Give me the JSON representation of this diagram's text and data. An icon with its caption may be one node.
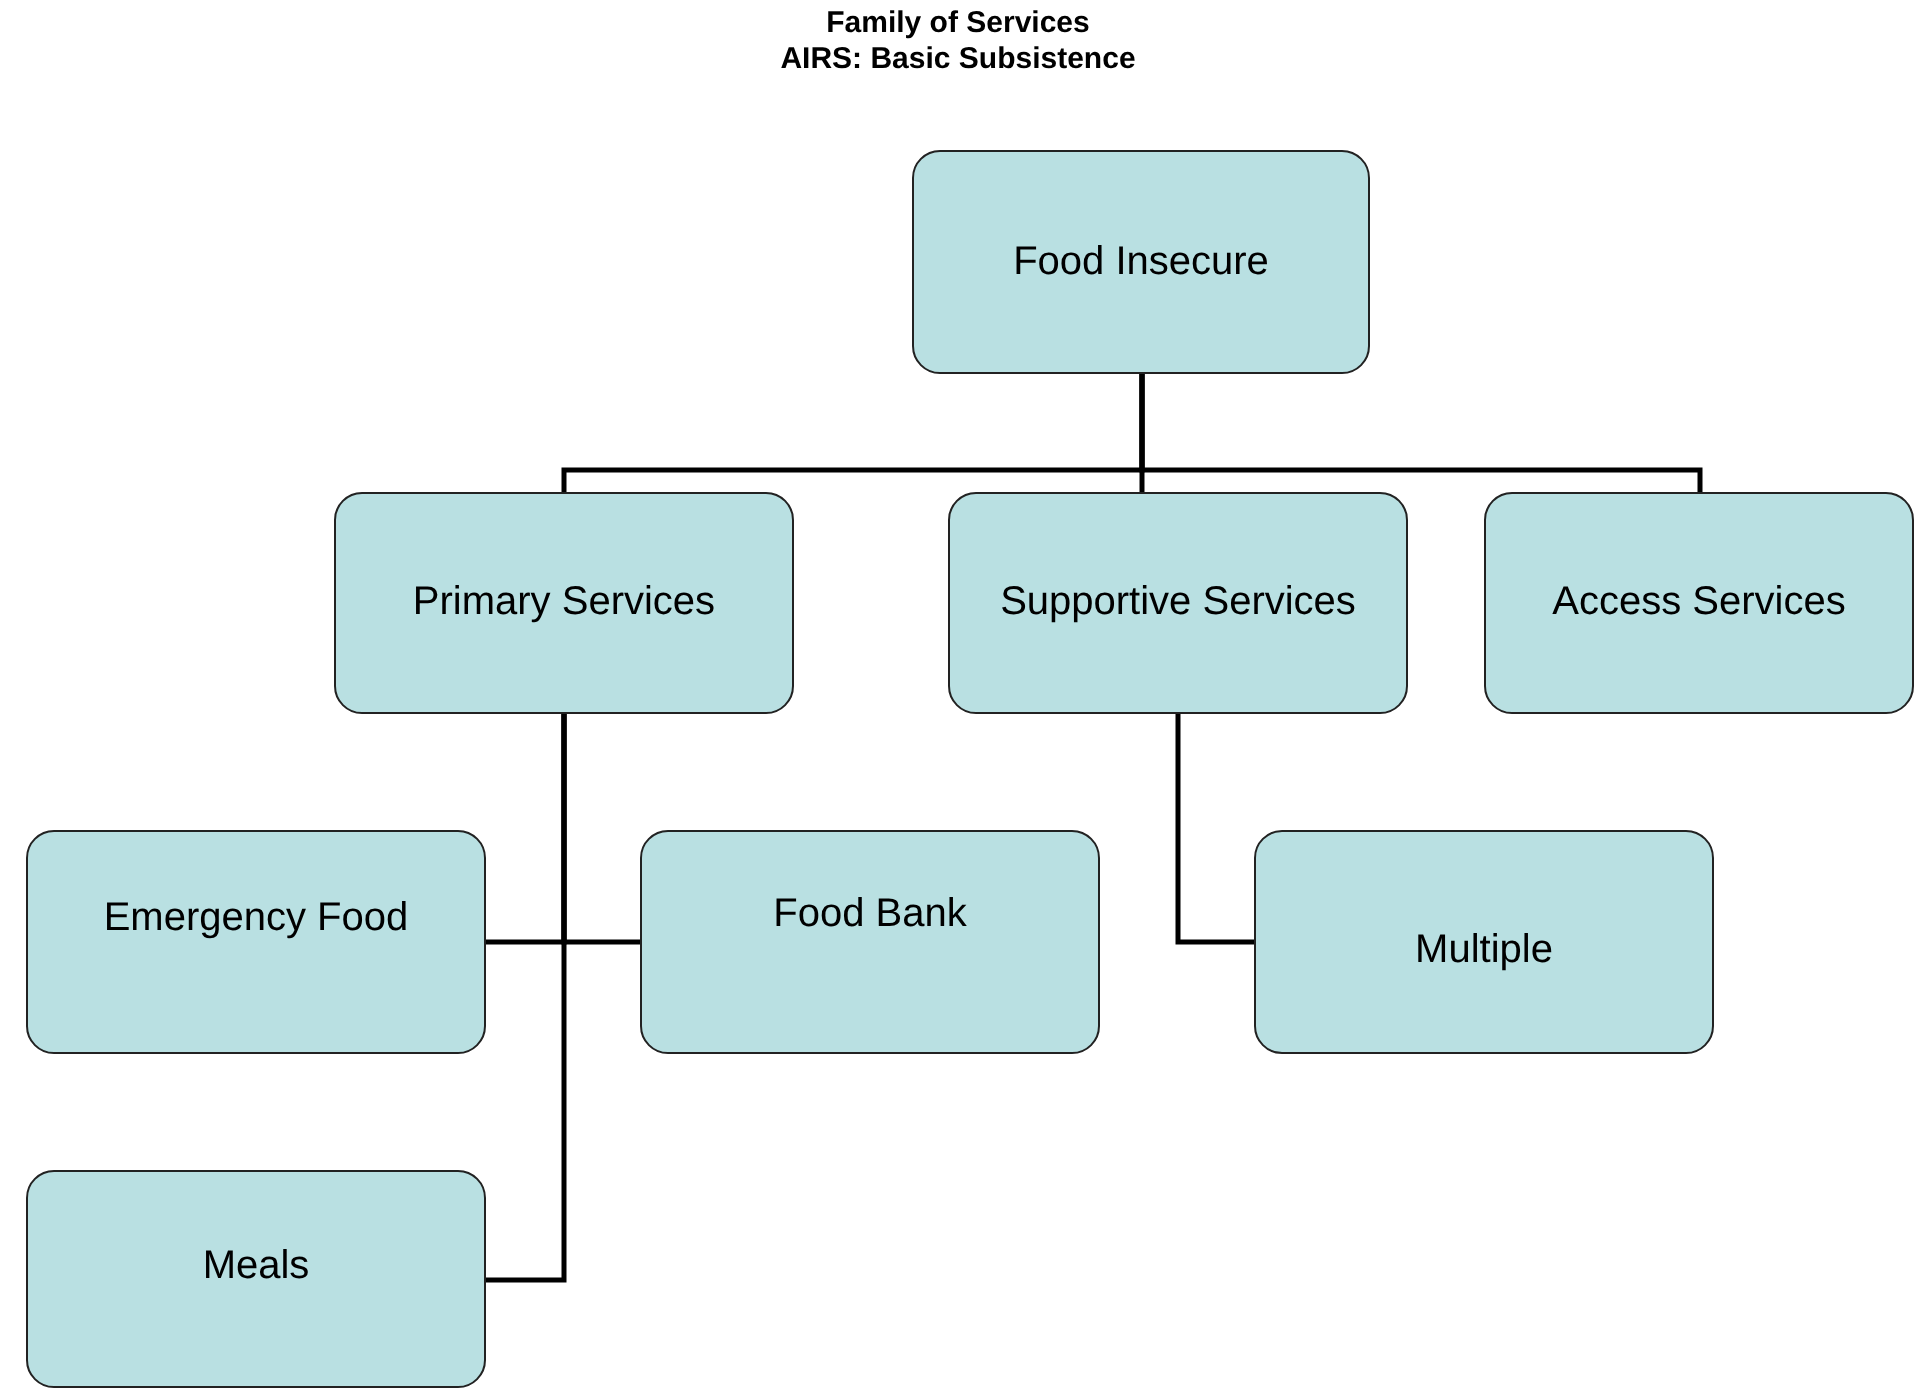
{
  "diagram": {
    "title": "Family of Services",
    "labels": [
      "AIRS: Basic Subsistence"
    ],
    "nodes": [
      {
        "text": [
          "Food Insecure"
        ]
      },
      {
        "text": [
          "Primary Services"
        ]
      },
      {
        "text": [
          "Supportive Services"
        ]
      },
      {
        "text": [
          "Access Services"
        ]
      },
      {
        "text": [
          "Emergency Food"
        ]
      },
      {
        "text": [
          "Food Bank"
        ]
      },
      {
        "text": [
          "Multiple"
        ]
      },
      {
        "text": [
          "Meals"
        ]
      }
    ],
    "edges": [
      {
        "from": 0,
        "to": 1,
        "arrow": "none"
      },
      {
        "from": 0,
        "to": 2,
        "arrow": "none"
      },
      {
        "from": 0,
        "to": 3,
        "arrow": "none"
      },
      {
        "from": 1,
        "to": 4,
        "arrow": "none"
      },
      {
        "from": 1,
        "to": 5,
        "arrow": "none"
      },
      {
        "from": 1,
        "to": 7,
        "arrow": "none"
      },
      {
        "from": 2,
        "to": 6,
        "arrow": "none"
      }
    ]
  }
}
